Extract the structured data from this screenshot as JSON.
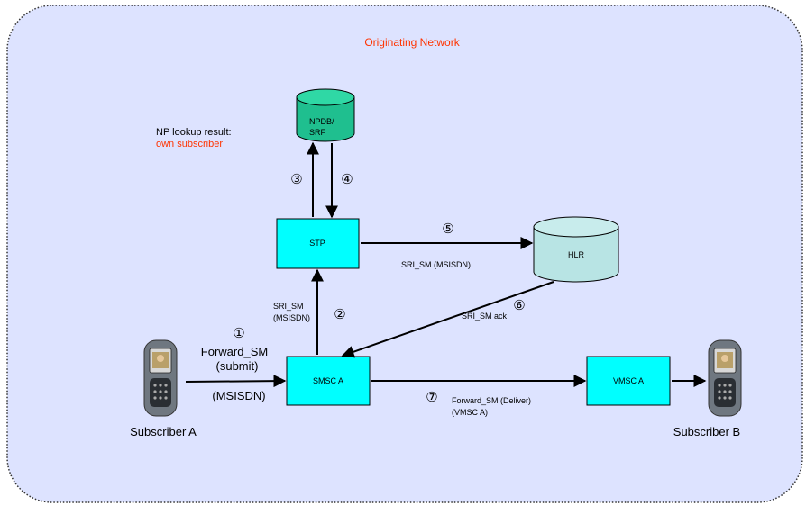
{
  "title": "Originating Network",
  "np_result": {
    "line1": "NP lookup result:",
    "line2": "own subscriber"
  },
  "nodes": {
    "npdb": {
      "line1": "NPDB/",
      "line2": "SRF"
    },
    "stp": "STP",
    "hlr": "HLR",
    "smsc": "SMSC A",
    "vmsc": "VMSC A"
  },
  "subscribers": {
    "a": "Subscriber  A",
    "b": "Subscriber  B"
  },
  "steps": {
    "s1": "①",
    "s2": "②",
    "s3": "③",
    "s4": "④",
    "s5": "⑤",
    "s6": "⑥",
    "s7": "⑦"
  },
  "labels": {
    "forward_submit_1": "Forward_SM",
    "forward_submit_2": "(submit)",
    "msisdn_a": "(MSISDN)",
    "sri_sm_1": "SRI_SM",
    "sri_sm_2": "(MSISDN)",
    "sri_sm_msisdn": "SRI_SM (MSISDN)",
    "sri_sm_ack": "SRI_SM   ack",
    "forward_deliver": "Forward_SM   (Deliver)",
    "vmsc_ref": "(VMSC A)"
  },
  "colors": {
    "background": "#dde3ff",
    "title": "#ff3300",
    "node_cyan": "#00ffff",
    "npdb_green": "#1fbf8f",
    "hlr_fill": "#b8e4e4"
  }
}
